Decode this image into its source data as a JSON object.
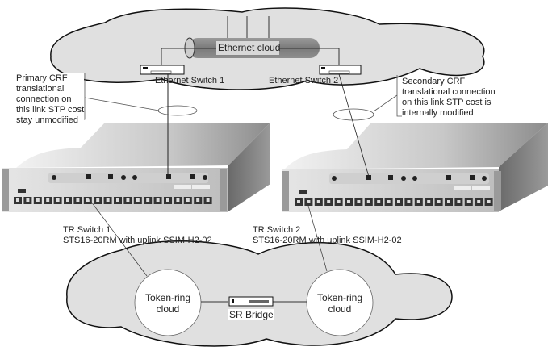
{
  "ethernet": {
    "cloud_label": "Ethernet cloud",
    "switch1_label": "Ethernet Switch 1",
    "switch2_label": "Ethernet Switch 2"
  },
  "callouts": {
    "primary": [
      "Primary CRF",
      "translational",
      "connection on",
      "this link STP cost",
      "stay unmodified"
    ],
    "secondary": [
      "Secondary CRF",
      "translational connection",
      "on this link STP cost is",
      "internally modified"
    ]
  },
  "tr_switches": [
    {
      "name": "TR Switch 1",
      "model": "STS16-20RM with uplink SSIM-H2-02"
    },
    {
      "name": "TR Switch 2",
      "model": "STS16-20RM with uplink SSIM-H2-02"
    }
  ],
  "token_ring": {
    "cloud1_label": [
      "Token-ring",
      "cloud"
    ],
    "cloud2_label": [
      "Token-ring",
      "cloud"
    ],
    "bridge_label": "SR Bridge"
  },
  "colors": {
    "cloud_fill": "#e0e0e0",
    "pipe_fill": "#8a8a8a",
    "line": "#333333"
  }
}
